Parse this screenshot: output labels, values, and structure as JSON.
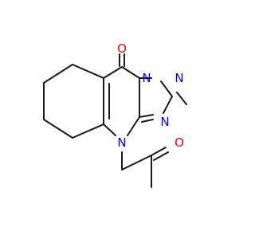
{
  "molecule": {
    "atom_labels": [
      {
        "id": "O-ketone-ring",
        "text": "O",
        "color": "#ff0000"
      },
      {
        "id": "N-ring-top",
        "text": "N",
        "color": "#0000ff"
      },
      {
        "id": "N-triazole-top",
        "text": "N",
        "color": "#0000ff"
      },
      {
        "id": "N-triazole-right",
        "text": "N",
        "color": "#0000ff"
      },
      {
        "id": "N-ring-bottom",
        "text": "N",
        "color": "#0000ff"
      },
      {
        "id": "O-sidechain",
        "text": "O",
        "color": "#ff0000"
      }
    ],
    "bond_color": "#1a1a1a"
  }
}
